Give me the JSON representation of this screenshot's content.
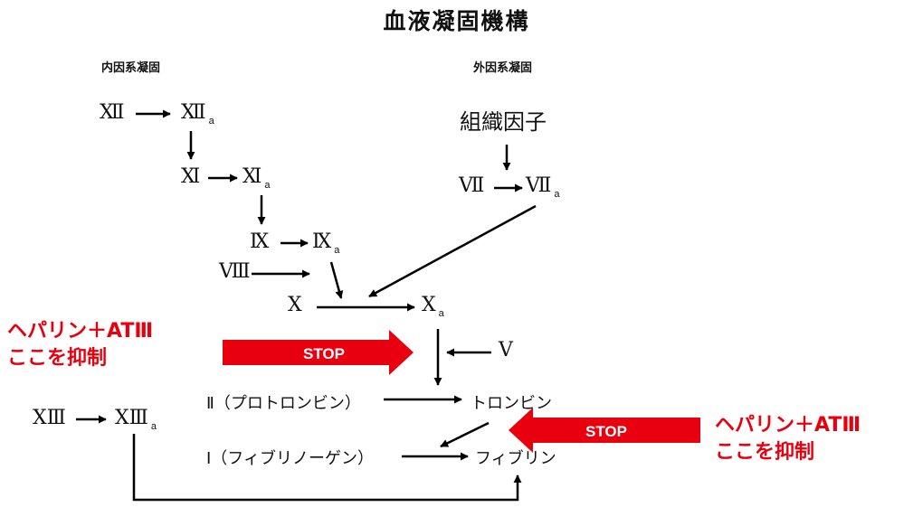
{
  "title": "血液凝固機構",
  "intrinsic_label": "内因系凝固",
  "extrinsic_label": "外因系凝固",
  "factors": {
    "f12": "Ⅻ",
    "f12a": "Ⅻ",
    "f11": "Ⅺ",
    "f11a": "Ⅺ",
    "f9": "Ⅸ",
    "f9a": "Ⅸ",
    "f8": "Ⅷ",
    "f10": "Ⅹ",
    "f10a": "Ⅹ",
    "f7": "Ⅶ",
    "f7a": "Ⅶ",
    "f5": "Ⅴ",
    "f13": "ⅩⅢ",
    "f13a": "ⅩⅢ",
    "active_suffix": "a"
  },
  "tissue_factor": "組織因子",
  "prothrombin": "Ⅱ（プロトロンビン）",
  "thrombin": "トロンビン",
  "fibrinogen": "Ⅰ（フィブリノーゲン）",
  "fibrin": "フィブリン",
  "stop_label": "STOP",
  "inhibitor_left": {
    "line1": "ヘパリン＋ATⅢ",
    "line2": "ここを抑制"
  },
  "inhibitor_right": {
    "line1": "ヘパリン＋ATⅢ",
    "line2": "ここを抑制"
  },
  "colors": {
    "stop_arrow": "#e8000f",
    "red_text": "#e8000f",
    "line": "#000000"
  }
}
